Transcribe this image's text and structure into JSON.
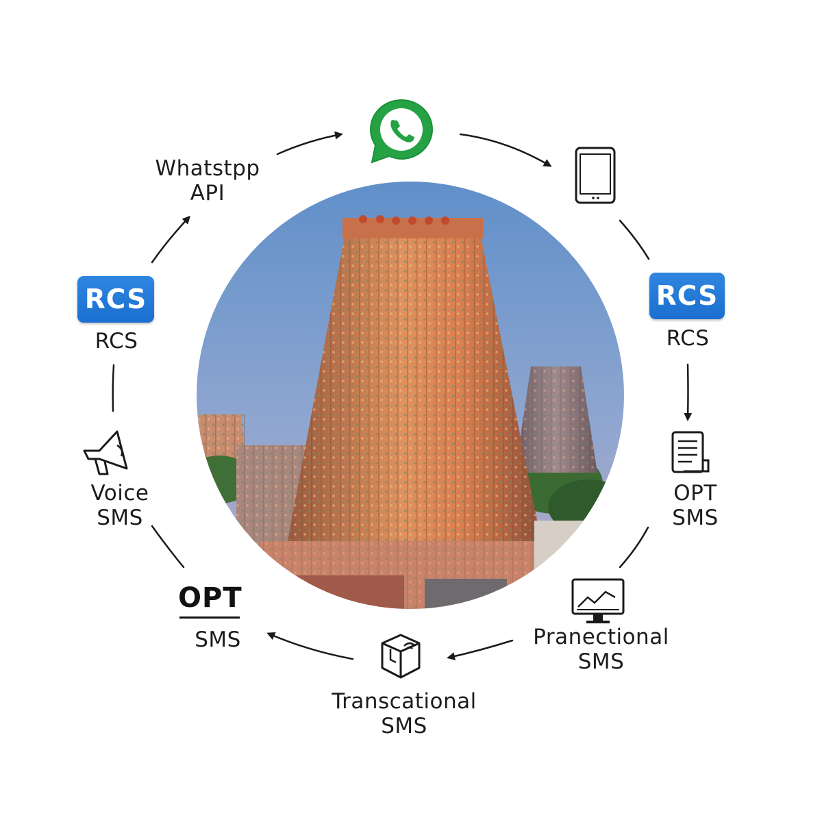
{
  "nodes": {
    "whatsapp_api": {
      "text": "Whatstpp\nAPI"
    },
    "rcs_left": {
      "badge": "RCS",
      "text": "RCS"
    },
    "rcs_right": {
      "badge": "RCS",
      "text": "RCS"
    },
    "voice_sms": {
      "text": "Voice\nSMS"
    },
    "opt_sms_left": {
      "logo": "OPT",
      "text": "SMS"
    },
    "opt_sms_right": {
      "text": "OPT\nSMS"
    },
    "transactional_sms": {
      "text": "Transcational\nSMS"
    },
    "promotional_sms": {
      "text": "Pranectional\nSMS"
    }
  },
  "icons": {
    "top": "whatsapp-icon",
    "top_right": "tablet-icon",
    "right": "document-icon",
    "bottom_right": "monitor-chart-icon",
    "bottom": "box-signal-icon",
    "left": "speaker-icon"
  },
  "colors": {
    "whatsapp_green": "#25a244",
    "rcs_blue": "#1b6fd0",
    "arrow": "#1a1a1a"
  }
}
